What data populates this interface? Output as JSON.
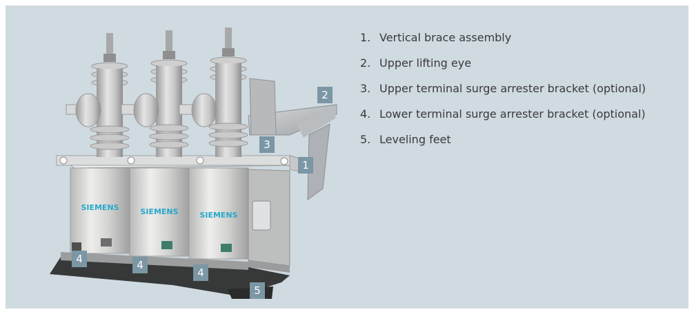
{
  "callouts": {
    "c1": "1",
    "c2": "2",
    "c3": "3",
    "c4a": "4",
    "c4b": "4",
    "c4c": "4",
    "c5": "5"
  },
  "brand_labels": {
    "left": "SIEMENS",
    "center": "SIEMENS",
    "right": "SIEMENS"
  },
  "legend": [
    {
      "num": "1.",
      "text": "Vertical brace assembly"
    },
    {
      "num": "2.",
      "text": "Upper lifting eye"
    },
    {
      "num": "3.",
      "text": "Upper terminal surge arrester bracket (optional)"
    },
    {
      "num": "4.",
      "text": "Lower terminal surge arrester bracket (optional)"
    },
    {
      "num": "5.",
      "text": "Leveling feet"
    }
  ],
  "colors": {
    "background": "#cfdae1",
    "callout": "#7b96a4",
    "text": "#3a3a3a",
    "brand": "#2aa7c9"
  }
}
